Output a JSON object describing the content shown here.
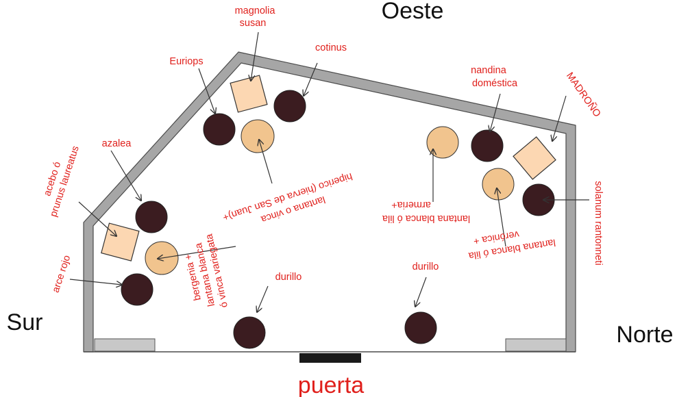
{
  "compass": {
    "west": "Oeste",
    "south": "Sur",
    "north": "Norte",
    "door": "puerta"
  },
  "plants": {
    "magnolia": [
      "magnolia",
      "susan"
    ],
    "cotinus": [
      "cotinus"
    ],
    "euriops": [
      "Euriops"
    ],
    "nandina": [
      "nandina",
      "doméstica"
    ],
    "madrono": [
      "MADROÑO"
    ],
    "azalea": [
      "azalea"
    ],
    "acebo": [
      "acebo ó",
      "prunus laureatus"
    ],
    "arce": [
      "arce rojo"
    ],
    "hiperico": [
      "hiperico (hierva de San Juan)+",
      "lantana o vinca"
    ],
    "bergenia": [
      "bergenia +",
      "lantana blanca",
      "ó vinca variegata"
    ],
    "durillo_left": [
      "durillo"
    ],
    "durillo_right": [
      "durillo"
    ],
    "armeria": [
      "armeria+",
      "lantana blanca ó lila"
    ],
    "veronica": [
      "verónica +",
      "lantana blanca ó lila"
    ],
    "solanum": [
      "solanum rantonneti"
    ]
  },
  "colors": {
    "label": "#e0201c",
    "wall_fill": "#a6a6a6",
    "wall_stroke": "#4a4a4a",
    "tree_dark": "#3b1c20",
    "shrub_light": "#f1c48e",
    "square_fill": "#fcd7b2",
    "door": "#1a1a1a",
    "bench": "#c8c8c8"
  }
}
